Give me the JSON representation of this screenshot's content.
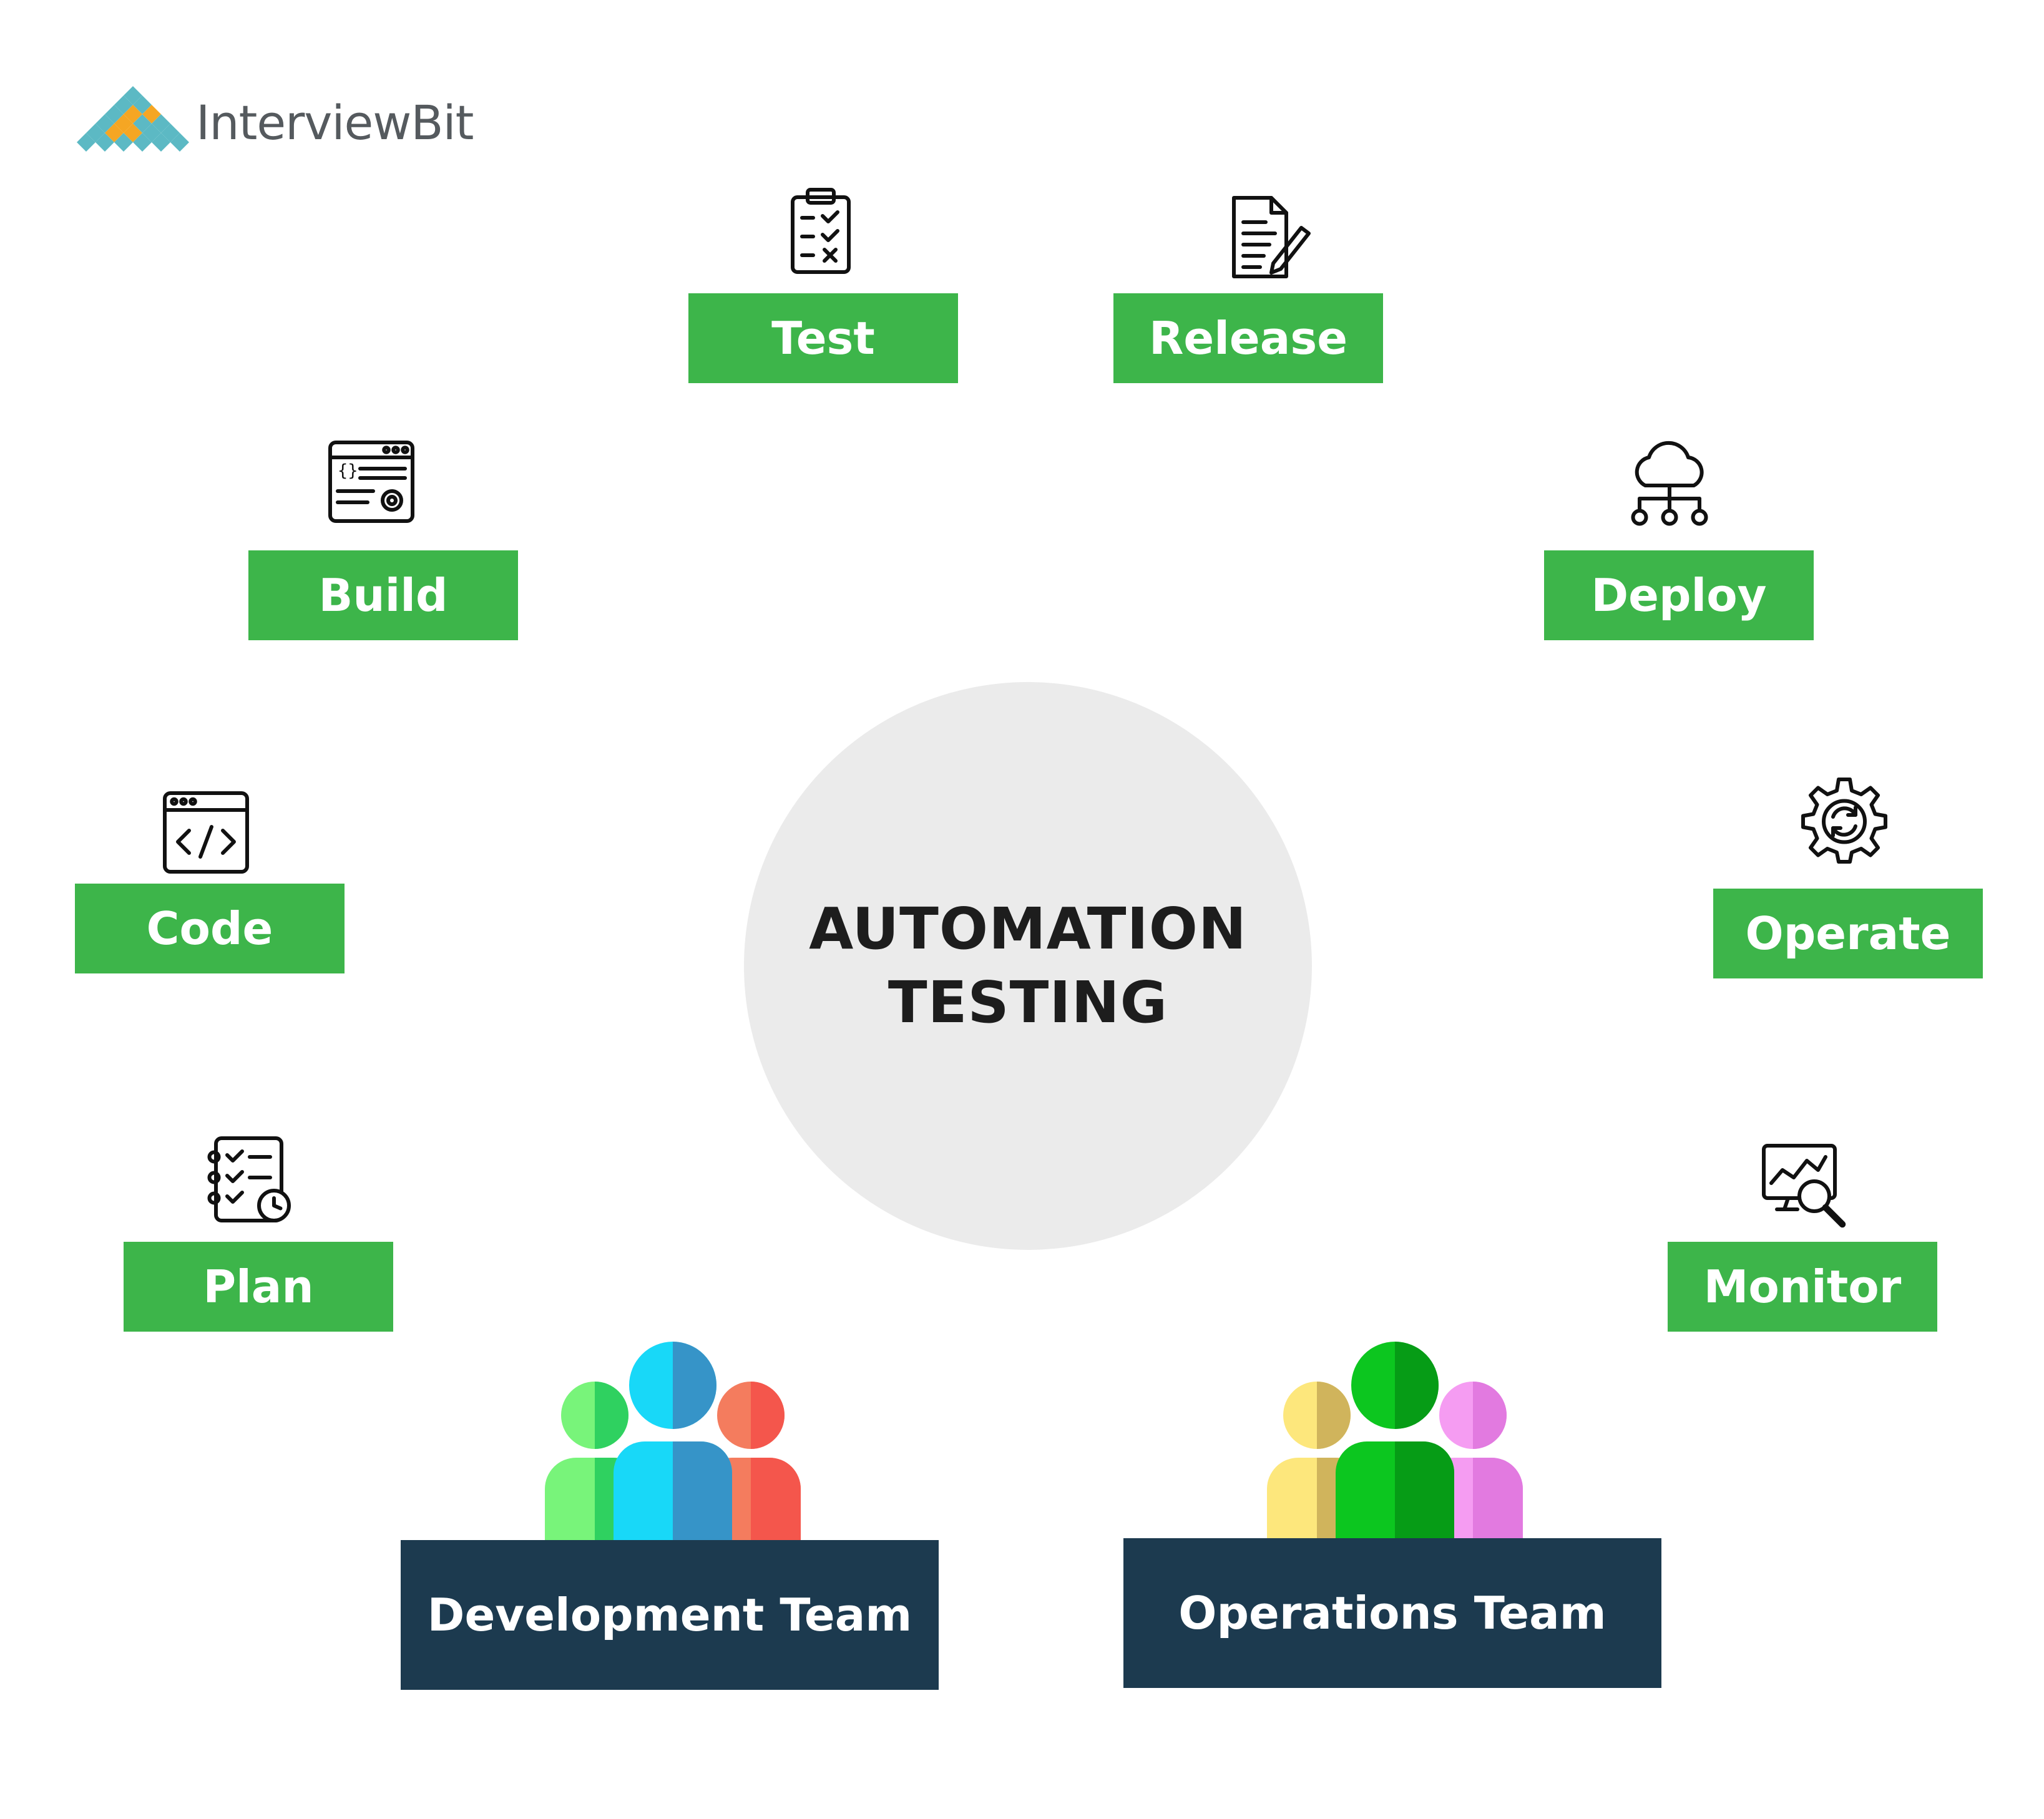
{
  "brand": {
    "name": "InterviewBit",
    "colors": {
      "diamond_teal": "#5cb9c4",
      "diamond_orange": "#f5a623",
      "text": "#555a5e"
    }
  },
  "center": {
    "line1": "AUTOMATION",
    "line2": "TESTING"
  },
  "stages": {
    "test": {
      "label": "Test",
      "icon": "clipboard-checklist-icon"
    },
    "release": {
      "label": "Release",
      "icon": "document-edit-icon"
    },
    "build": {
      "label": "Build",
      "icon": "code-window-gear-icon"
    },
    "deploy": {
      "label": "Deploy",
      "icon": "cloud-network-icon"
    },
    "code": {
      "label": "Code",
      "icon": "code-window-icon"
    },
    "operate": {
      "label": "Operate",
      "icon": "gear-refresh-icon"
    },
    "plan": {
      "label": "Plan",
      "icon": "checklist-clock-icon"
    },
    "monitor": {
      "label": "Monitor",
      "icon": "monitor-search-icon"
    }
  },
  "teams": {
    "development": {
      "label": "Development Team",
      "icon": "people-group-icon"
    },
    "operations": {
      "label": "Operations Team",
      "icon": "people-group-icon"
    }
  },
  "colors": {
    "stage_green": "#3db54a",
    "team_navy": "#1c3a4f",
    "circle_gray": "#ebebeb"
  }
}
